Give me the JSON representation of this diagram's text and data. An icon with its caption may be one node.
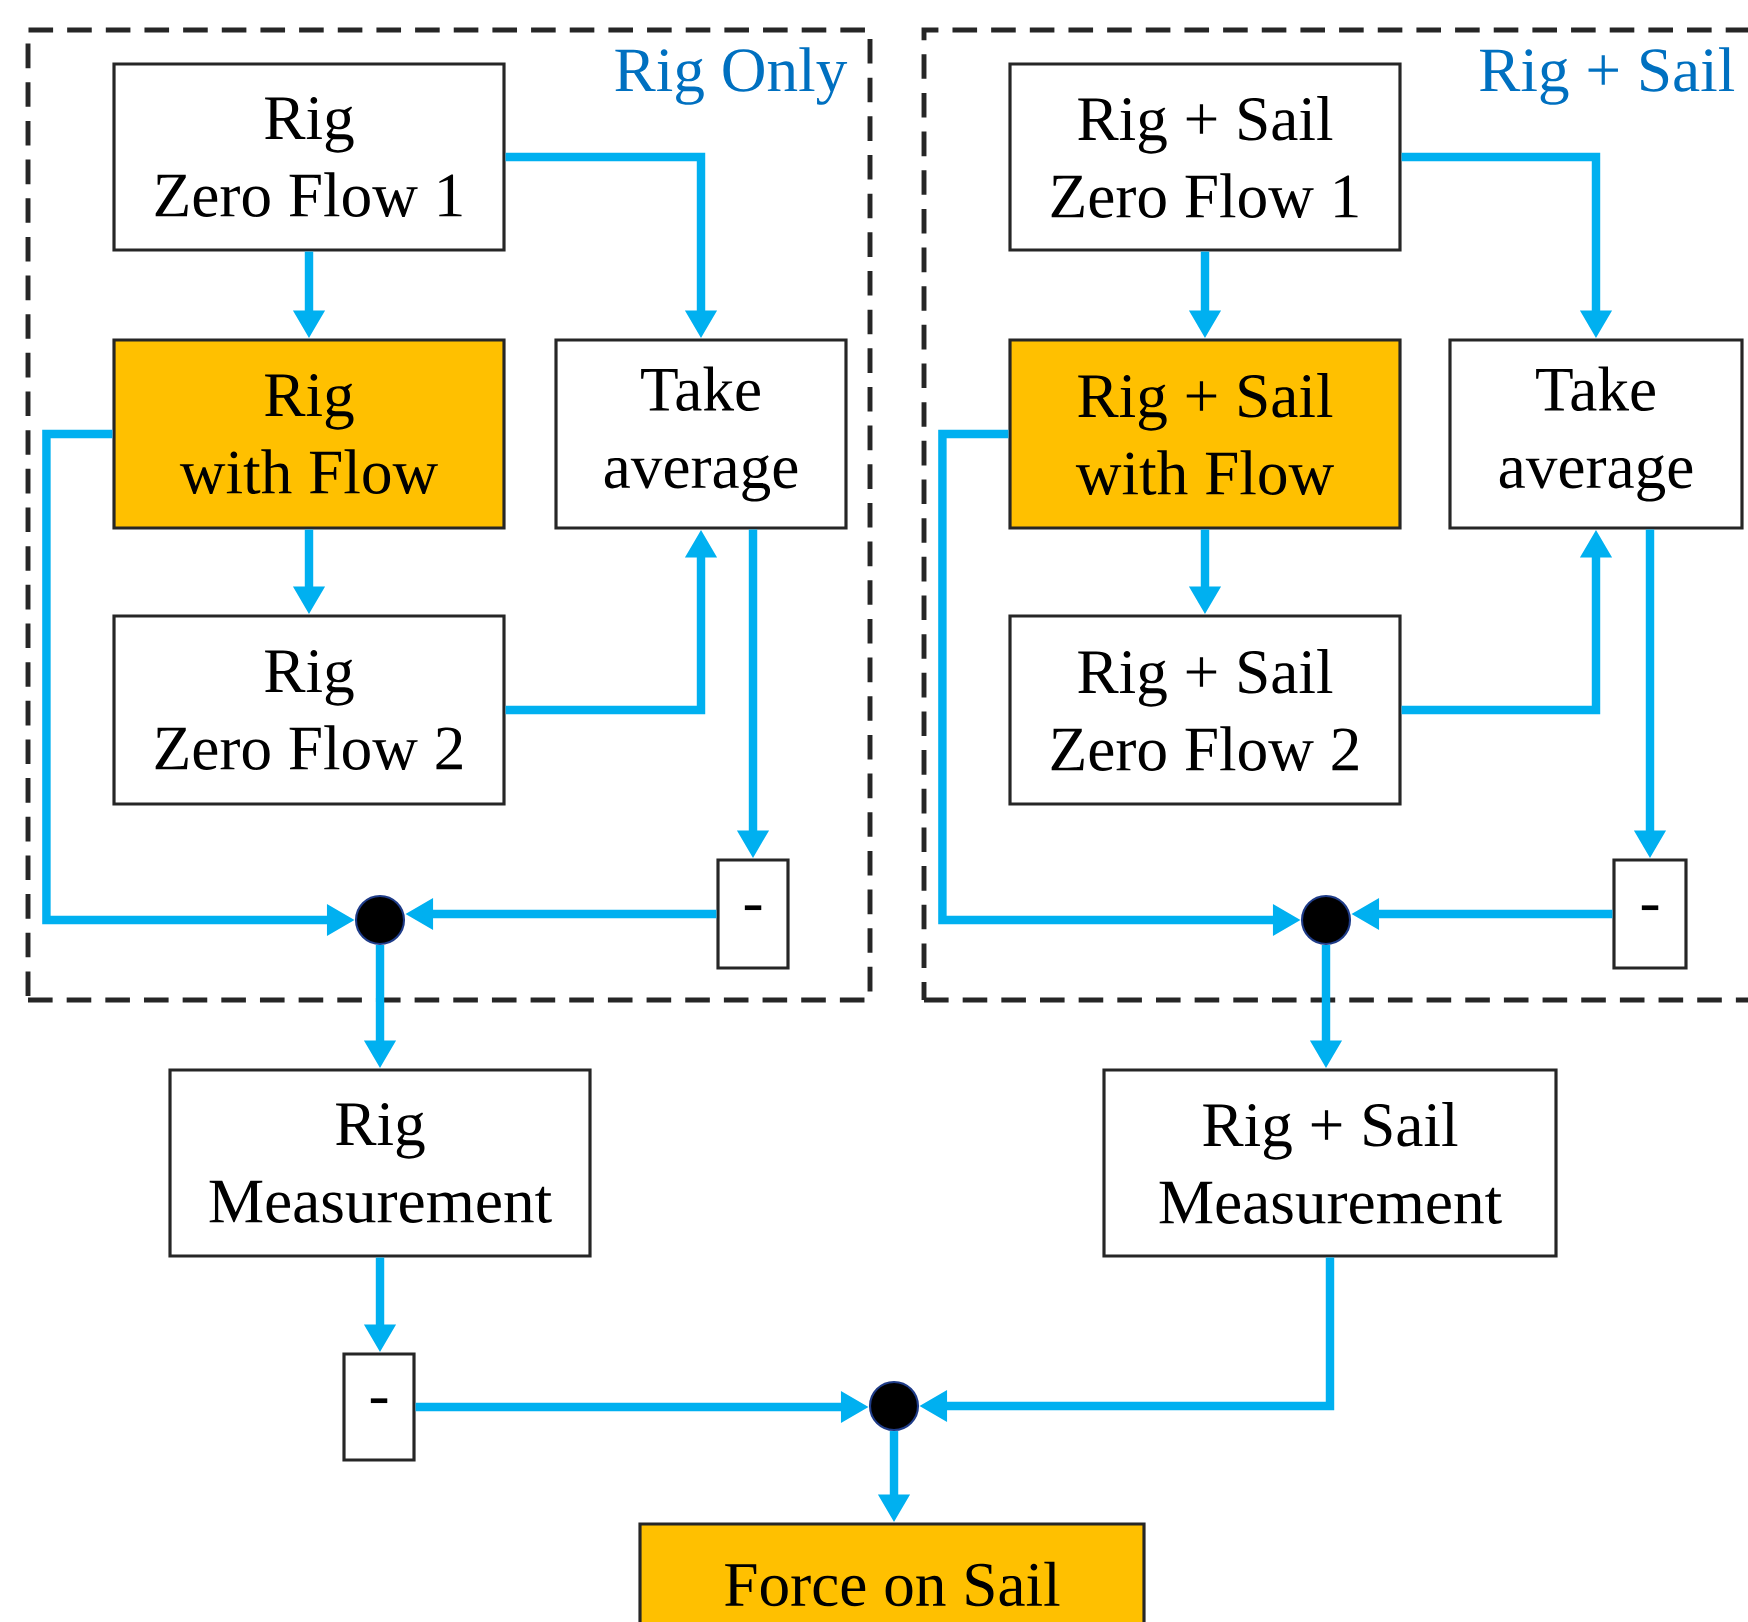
{
  "diagram": {
    "nodes": [
      {
        "text": [
          "Rig Only"
        ]
      },
      {
        "text": [
          "Rig Zero Flow 1"
        ],
        "in": 0
      },
      {
        "text": [
          "Rig with Flow"
        ],
        "in": 0
      },
      {
        "text": [
          "Take average"
        ],
        "in": 0
      },
      {
        "text": [
          "Rig Zero Flow 2"
        ],
        "in": 0
      },
      {
        "text": [
          "-"
        ],
        "in": 0
      },
      {
        "text": [],
        "shape": "circle",
        "in": 0
      },
      {
        "text": [
          "Rig + Sail"
        ]
      },
      {
        "text": [
          "Rig + Sail Zero Flow 1"
        ],
        "in": 7
      },
      {
        "text": [
          "Rig + Sail with Flow"
        ],
        "in": 7
      },
      {
        "text": [
          "Take average"
        ],
        "in": 7
      },
      {
        "text": [
          "Rig + Sail Zero Flow 2"
        ],
        "in": 7
      },
      {
        "text": [
          "-"
        ],
        "in": 7
      },
      {
        "text": [],
        "shape": "circle",
        "in": 7
      },
      {
        "text": [
          "Rig Measurement"
        ]
      },
      {
        "text": [
          "Rig + Sail Measurement"
        ]
      },
      {
        "text": [
          "-"
        ]
      },
      {
        "text": [],
        "shape": "circle"
      },
      {
        "text": [
          "Force on Sail"
        ]
      }
    ],
    "edges": [
      {
        "from": 1,
        "to": 2,
        "arrow": "to"
      },
      {
        "from": 1,
        "to": 3,
        "arrow": "to"
      },
      {
        "from": 2,
        "to": 4,
        "arrow": "to"
      },
      {
        "from": 4,
        "to": 3,
        "arrow": "to"
      },
      {
        "from": 3,
        "to": 5,
        "arrow": "to"
      },
      {
        "from": 2,
        "to": 6,
        "arrow": "to"
      },
      {
        "from": 5,
        "to": 6,
        "arrow": "to"
      },
      {
        "from": 8,
        "to": 9,
        "arrow": "to"
      },
      {
        "from": 8,
        "to": 10,
        "arrow": "to"
      },
      {
        "from": 9,
        "to": 11,
        "arrow": "to"
      },
      {
        "from": 11,
        "to": 10,
        "arrow": "to"
      },
      {
        "from": 10,
        "to": 12,
        "arrow": "to"
      },
      {
        "from": 9,
        "to": 13,
        "arrow": "to"
      },
      {
        "from": 12,
        "to": 13,
        "arrow": "to"
      },
      {
        "from": 6,
        "to": 14,
        "arrow": "to"
      },
      {
        "from": 13,
        "to": 15,
        "arrow": "to"
      },
      {
        "from": 14,
        "to": 16,
        "arrow": "to"
      },
      {
        "from": 16,
        "to": 17,
        "arrow": "to"
      },
      {
        "from": 15,
        "to": 17,
        "arrow": "to"
      },
      {
        "from": 17,
        "to": 18,
        "arrow": "to"
      }
    ]
  }
}
